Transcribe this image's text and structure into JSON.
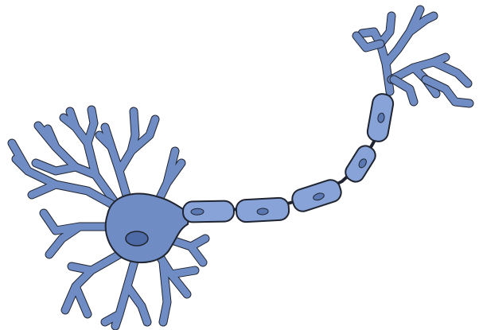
{
  "diagram": {
    "subject": "neuron-illustration",
    "parts": [
      "dendrites",
      "cell-body",
      "nucleus",
      "axon",
      "myelin-sheath",
      "axon-terminals"
    ],
    "colors": {
      "background": "#ffffff",
      "fill": "#6f8cc4",
      "fill_light": "#87a3d8",
      "outline": "#1f2430",
      "nucleus": "#4e6aa6",
      "sheath_node": "#5b78b3"
    }
  }
}
